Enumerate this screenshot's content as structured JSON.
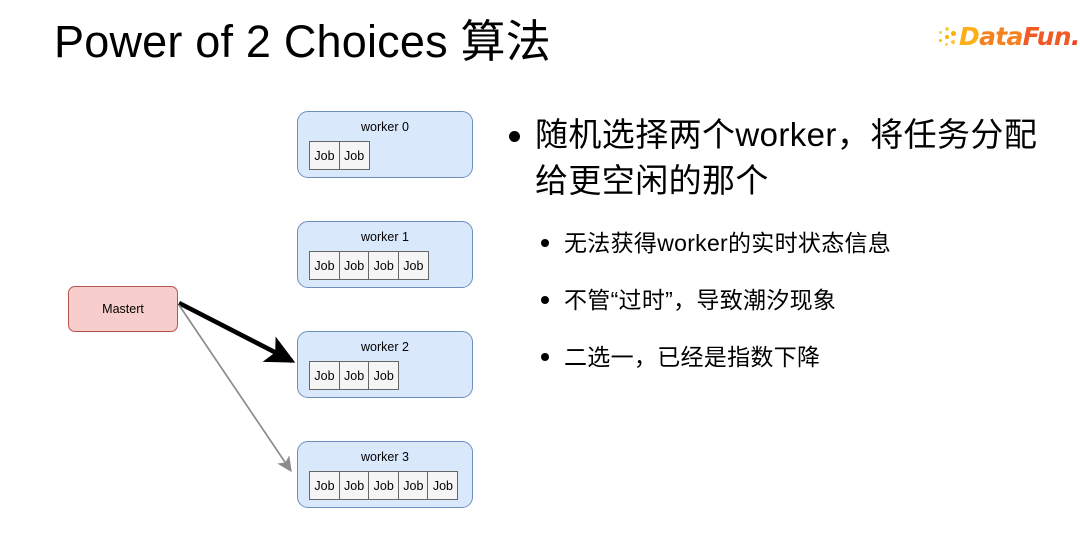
{
  "slide": {
    "title": "Power of 2 Choices 算法",
    "background_color": "#ffffff"
  },
  "brand": {
    "name": "DataFun.",
    "part_a": "D",
    "part_b": "ata",
    "part_c": "Fun",
    "part_d": ".",
    "colors": {
      "dots": "#fdb913",
      "a": "#fcaf17",
      "b": "#f5821f",
      "c": "#f15a24",
      "d": "#ef4123"
    }
  },
  "diagram": {
    "master": {
      "label": "Mastert",
      "fill": "#f8cecc",
      "stroke": "#b85450"
    },
    "worker_fill": "#dae8fc",
    "worker_stroke": "#6c8ebf",
    "job_fill": "#f5f5f5",
    "job_stroke": "#666666",
    "job_label": "Job",
    "workers": [
      {
        "label": "worker 0",
        "jobs": [
          "Job",
          "Job"
        ]
      },
      {
        "label": "worker 1",
        "jobs": [
          "Job",
          "Job",
          "Job",
          "Job"
        ]
      },
      {
        "label": "worker 2",
        "jobs": [
          "Job",
          "Job",
          "Job"
        ]
      },
      {
        "label": "worker 3",
        "jobs": [
          "Job",
          "Job",
          "Job",
          "Job",
          "Job"
        ]
      }
    ],
    "arrows": [
      {
        "from": "master",
        "to": "worker 2",
        "style": "thick",
        "color": "#000000"
      },
      {
        "from": "master",
        "to": "worker 3",
        "style": "thin",
        "color": "#8c8c8c"
      }
    ]
  },
  "bullets": {
    "main": "随机选择两个worker，将任务分配给更空闲的那个",
    "sub": [
      "无法获得worker的实时状态信息",
      "不管“过时”，导致潮汐现象",
      "二选一，已经是指数下降"
    ]
  }
}
